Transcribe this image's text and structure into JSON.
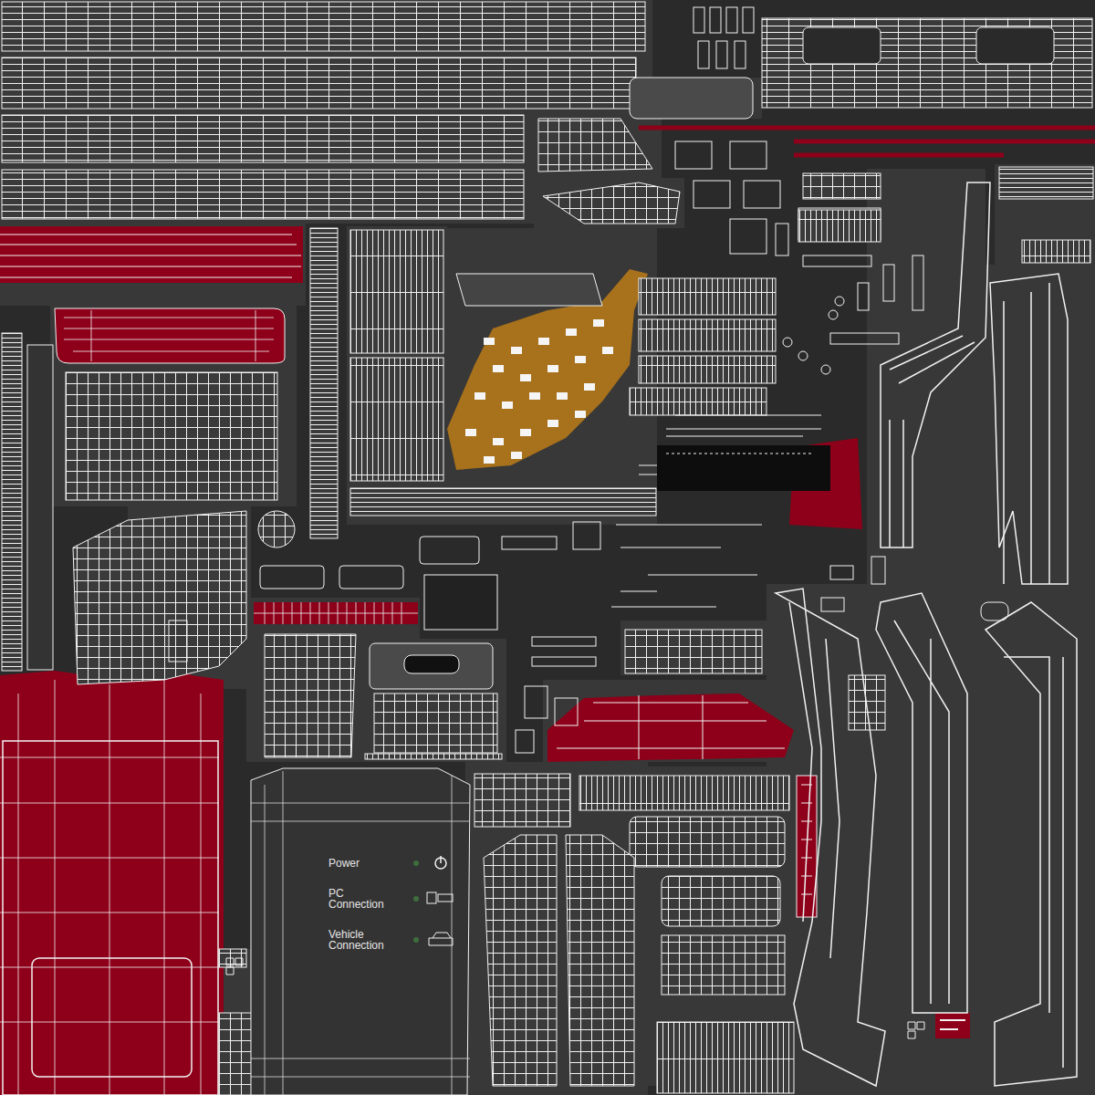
{
  "diagram": {
    "labels": [
      "Power",
      "PC Connection",
      "Vehicle Connection"
    ]
  }
}
